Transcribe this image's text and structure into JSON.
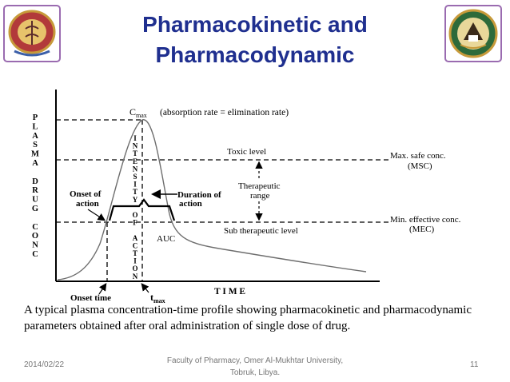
{
  "slide": {
    "title_line1": "Pharmacokinetic and",
    "title_line2": "Pharmacodynamic",
    "caption": "A typical plasma concentration-time profile showing pharmacokinetic and pharmacodynamic parameters obtained after oral administration of single dose of drug.",
    "footer": {
      "date": "2014/02/22",
      "institution": "Faculty of Pharmacy, Omer Al-Mukhtar University, Tobruk, Libya.",
      "page": "11"
    }
  },
  "diagram": {
    "y_axis_letters": [
      "P",
      "L",
      "A",
      "S",
      "M",
      "A",
      "",
      "D",
      "R",
      "U",
      "G",
      "",
      "C",
      "O",
      "N",
      "C"
    ],
    "x_axis_label": "T I M E",
    "cmax_label": "C",
    "cmax_sub": "max",
    "cmax_note": "(absorption rate = elimination rate)",
    "toxic_level": "Toxic level",
    "msc_label": "Max. safe conc.",
    "msc_abbr": "(MSC)",
    "therapeutic_range": [
      "Therapeutic",
      "range"
    ],
    "mec_label": "Min. effective conc.",
    "mec_abbr": "(MEC)",
    "sub_therapeutic": "Sub therapeutic level",
    "onset_of_action": [
      "Onset of",
      "action"
    ],
    "duration_of_action": [
      "Duration of",
      "action"
    ],
    "intensity_letters": [
      "I",
      "N",
      "T",
      "E",
      "N",
      "S",
      "I",
      "T",
      "Y",
      "",
      "O",
      "F",
      "",
      "A",
      "C",
      "T",
      "I",
      "O",
      "N"
    ],
    "auc_label": "AUC",
    "onset_time": "Onset time",
    "tmax_label": "t",
    "tmax_sub": "max"
  },
  "colors": {
    "title": "#1f2f8f",
    "lines": "#000000",
    "curve": "#6e6e6e"
  }
}
